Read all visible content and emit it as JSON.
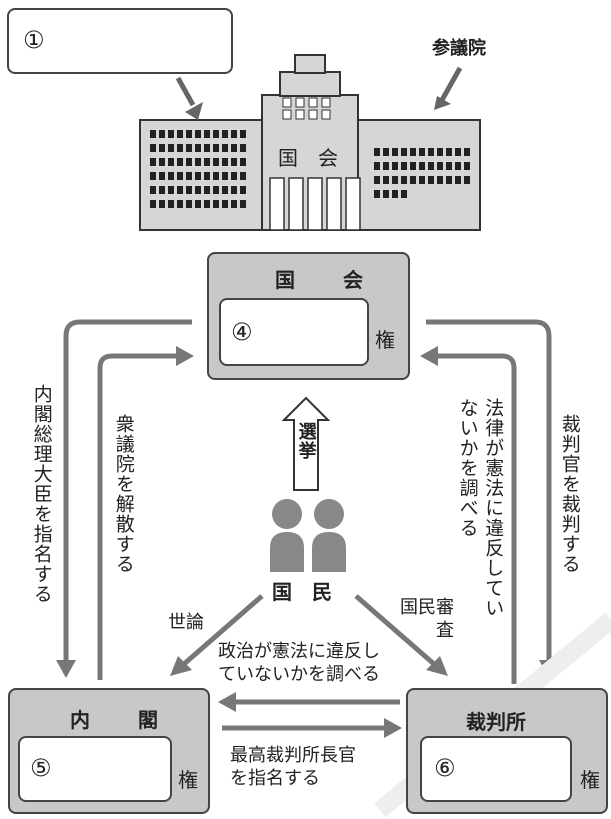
{
  "top_blank_box": {
    "number": "①"
  },
  "house_label": "参議院",
  "building_label": "国　会",
  "kokkai_box": {
    "title": "国　会",
    "number": "④",
    "suffix": "権"
  },
  "naikaku_box": {
    "title": "内　閣",
    "number": "⑤",
    "suffix": "権"
  },
  "saibansho_box": {
    "title": "裁判所",
    "number": "⑥",
    "suffix": "権"
  },
  "people_label": "国　民",
  "election_label": "選挙",
  "arrows": {
    "diet_to_cabinet": "内閣総理大臣を指名する",
    "cabinet_to_diet": "衆議院を解散する",
    "court_to_diet": "法律が憲法に違反していないかを調べる",
    "diet_to_court": "裁判官を裁判する",
    "public_opinion": "世論",
    "national_review": "国民審査",
    "court_to_cabinet": "政治が憲法に違反し\nていないかを調べる",
    "cabinet_to_court": "最高裁判所長官\nを指名する"
  },
  "colors": {
    "box_gray": "#c8c8c8",
    "building": "#d6d6d6",
    "people": "#888888",
    "arrow": "#777777"
  }
}
